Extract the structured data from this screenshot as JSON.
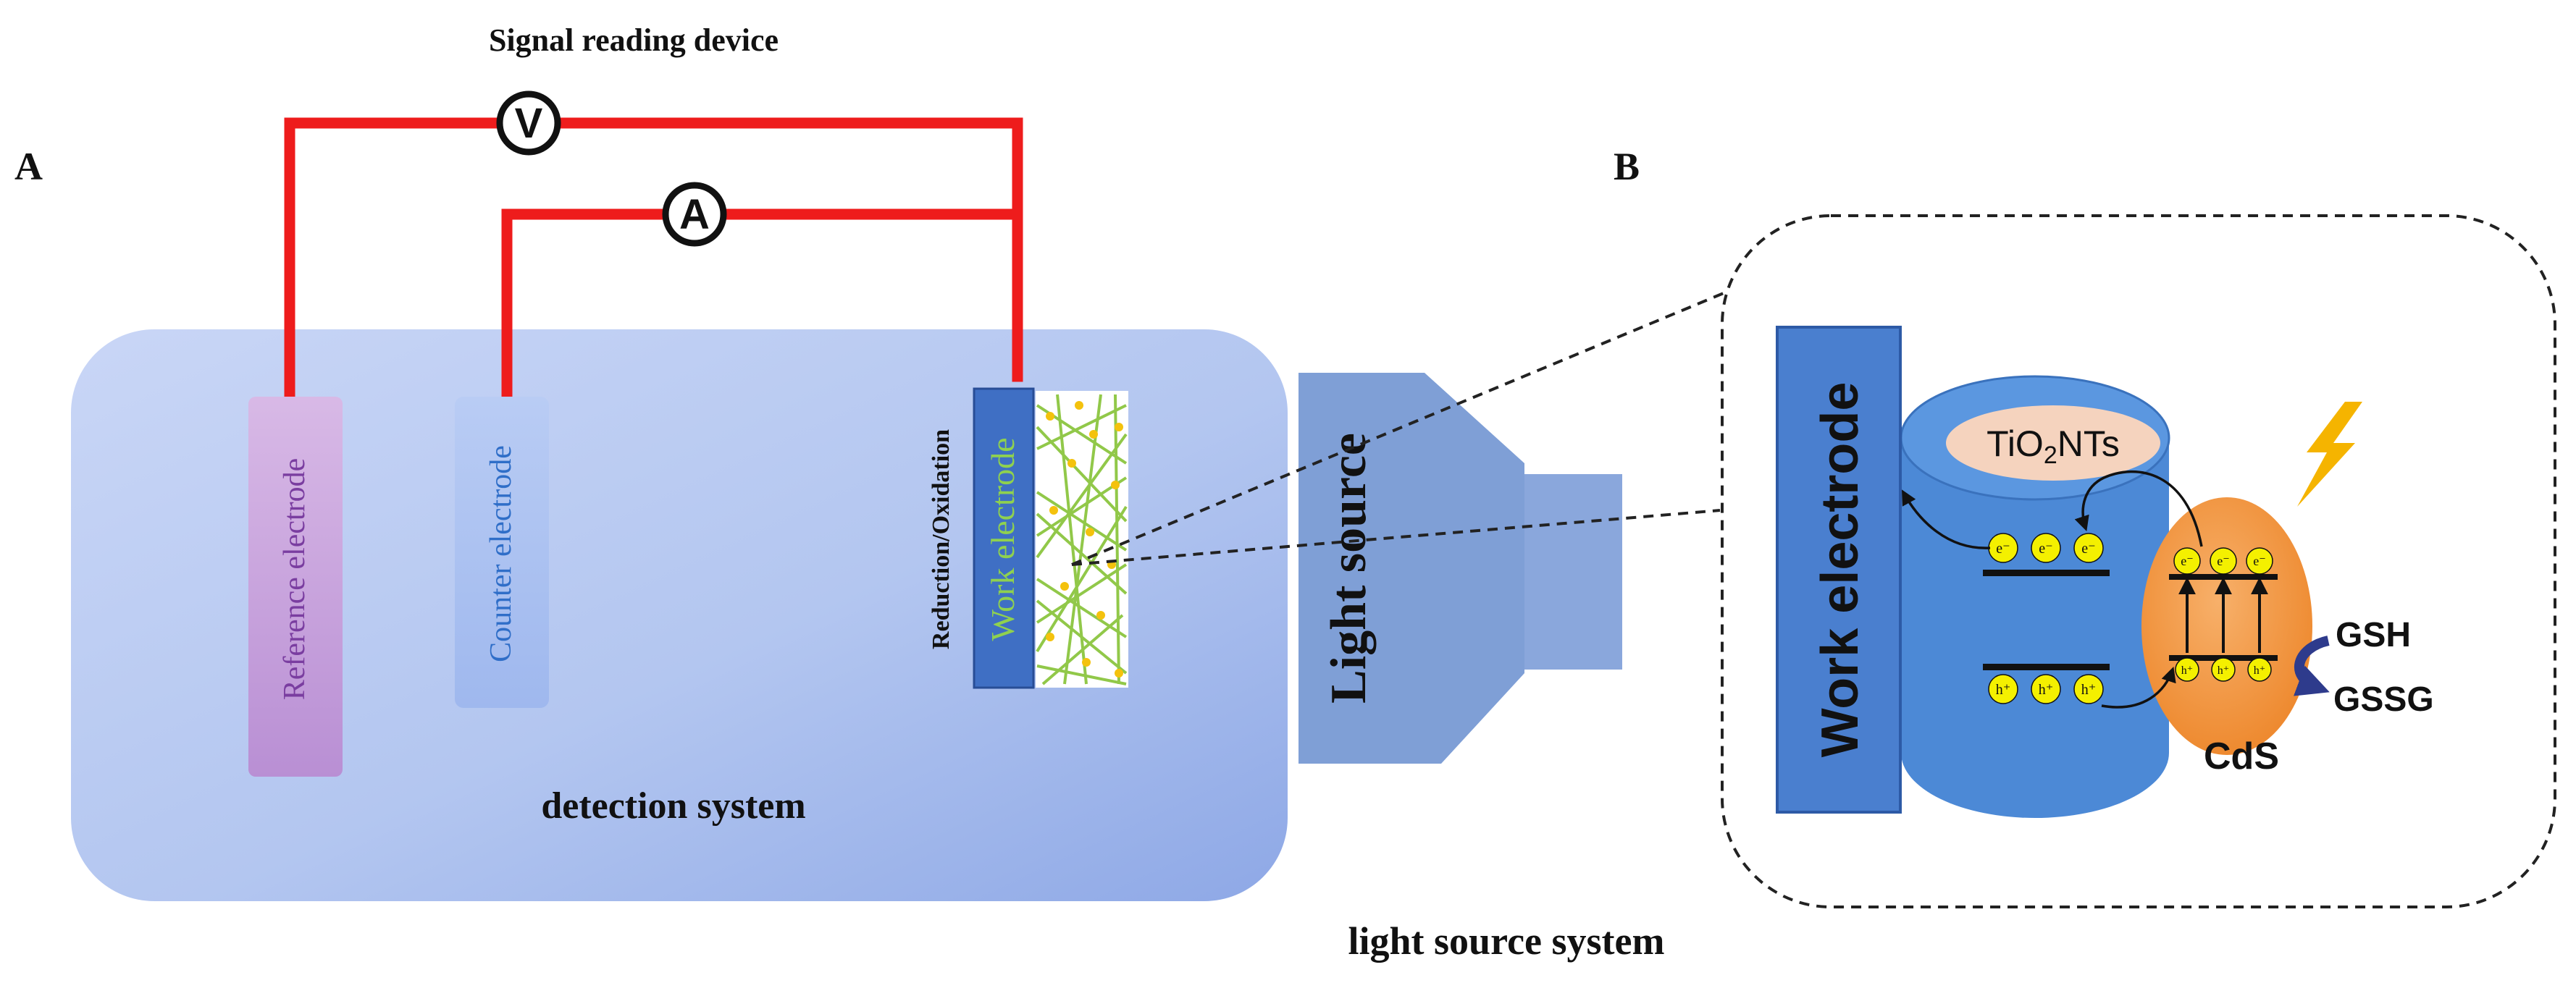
{
  "panel_a": {
    "letter": "A",
    "title": "Signal reading device",
    "voltmeter_symbol": "V",
    "ammeter_symbol": "A",
    "reference_electrode": "Reference electrode",
    "counter_electrode": "Counter electrode",
    "work_electrode": "Work electrode",
    "reaction_label": "Reduction/Oxidation",
    "light_source": "Light source",
    "detection_system": "detection system",
    "light_source_system": "light source system"
  },
  "panel_b": {
    "letter": "B",
    "work_electrode": "Work electrode",
    "tio2_label": {
      "prefix": "TiO",
      "subscript": "2",
      "suffix": "NTs"
    },
    "cds_label": "CdS",
    "gsh_label": "GSH",
    "gssg_label": "GSSG",
    "electron_symbol": "e⁻",
    "hole_symbol": "h⁺"
  },
  "colors": {
    "wire": "#ee1c1c",
    "detection_box": "#b9c9f0",
    "light_source": "#7f9fd6",
    "work_electrode": "#4a7fcf",
    "cylinder": "#4c89d6",
    "tio2_pill": "#f5d3be",
    "cds": "#f29a4a",
    "carrier": "#f4f000",
    "lightning": "#f5b400",
    "gsh_arrow": "#2e3b8c"
  }
}
